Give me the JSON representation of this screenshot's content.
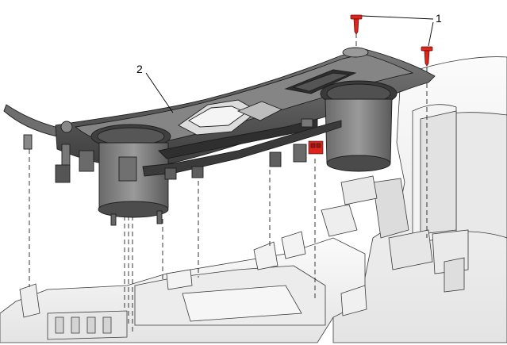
{
  "diagram": {
    "callouts": [
      {
        "id": "1",
        "label": "1",
        "target": "fasteners"
      },
      {
        "id": "2",
        "label": "2",
        "target": "console-trim-panel"
      }
    ],
    "colors": {
      "outline": "#2a2a2a",
      "panel_dark": "#4a4a4a",
      "panel_mid": "#8a8a8a",
      "panel_light": "#d9d9d9",
      "base_light": "#f2f2f2",
      "highlight": "#e0241b"
    }
  }
}
